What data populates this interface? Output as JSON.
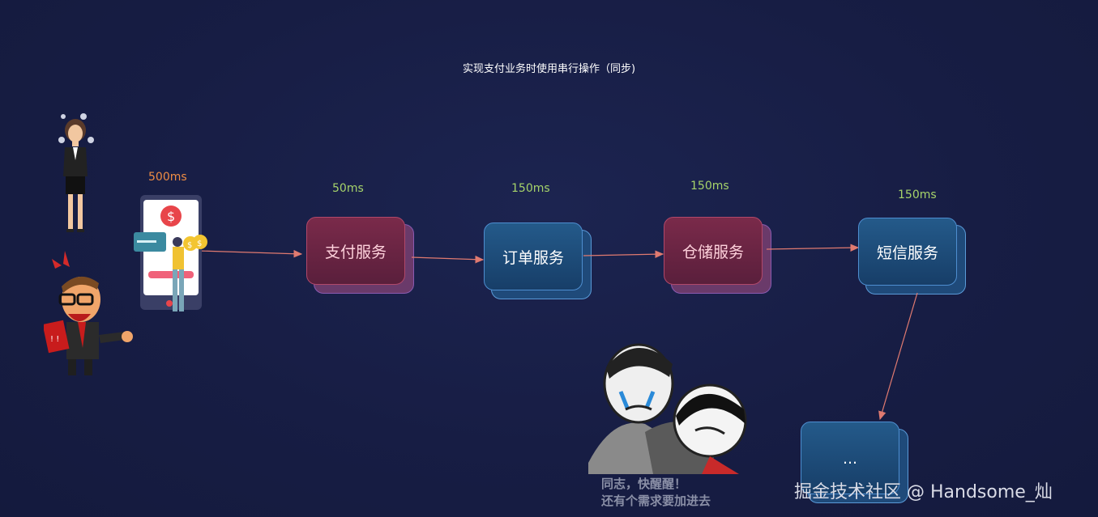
{
  "title": "实现支付业务时使用串行操作（同步)",
  "times": {
    "client": "500ms",
    "pay": "50ms",
    "order": "150ms",
    "storage": "150ms",
    "sms": "150ms"
  },
  "nodes": {
    "pay": "支付服务",
    "order": "订单服务",
    "storage": "仓储服务",
    "sms": "短信服务",
    "more": "..."
  },
  "meme_caption": {
    "line1": "同志，快醒醒！",
    "line2": "还有个需求要加进去"
  },
  "watermark": "掘金技术社区 @ Handsome_灿",
  "colors": {
    "background": "#171d44",
    "red_node": "#6a2444",
    "blue_node": "#1d4a78",
    "arrow": "#e07a70",
    "time_green": "#a6d36a",
    "time_orange": "#ef8d44"
  }
}
